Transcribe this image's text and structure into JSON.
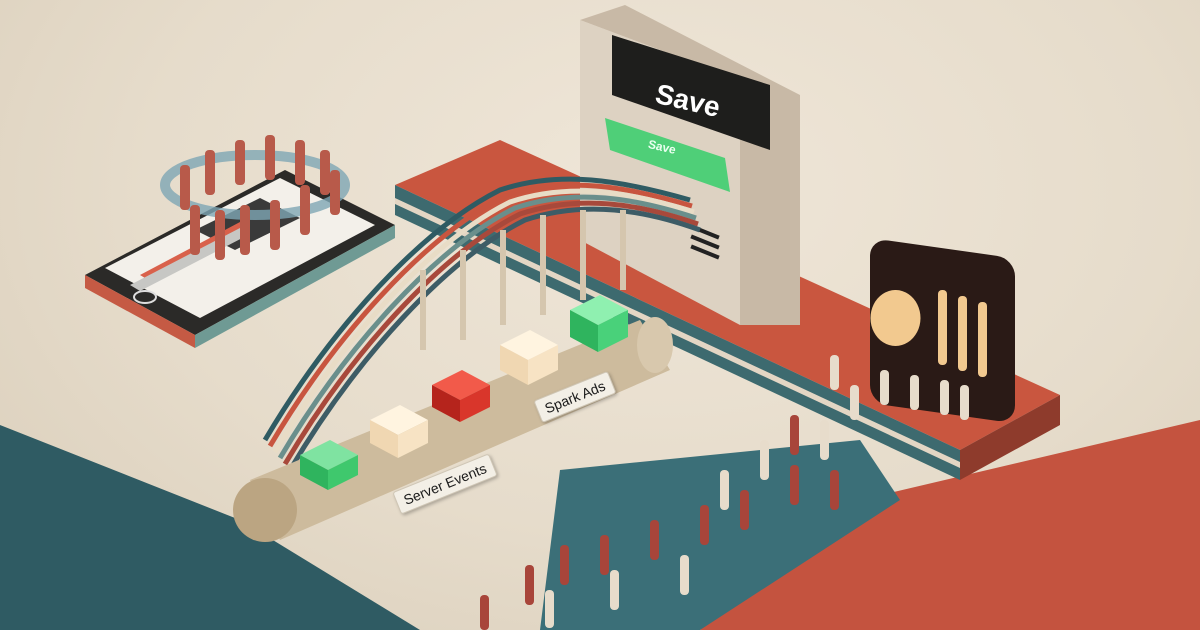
{
  "scene": {
    "kiosk": {
      "screen_label": "Save",
      "button_label": "Save",
      "button_color": "#4fcf78",
      "screen_color": "#1e1e1c"
    },
    "conveyor_tags": [
      {
        "label": "Server Events"
      },
      {
        "label": "Spark Ads"
      }
    ],
    "cubes": [
      {
        "color": "#49d17a",
        "state": "green"
      },
      {
        "color": "#f7e4c6",
        "state": "glowing"
      },
      {
        "color": "#d9362b",
        "state": "red"
      },
      {
        "color": "#f7e4c6",
        "state": "glowing"
      },
      {
        "color": "#49d17a",
        "state": "green"
      }
    ],
    "phone": {
      "description": "smartphone with paper people in a circle"
    },
    "logo_sign": {
      "icon": "tiktok-style-brand-icon",
      "color": "#2a1a16"
    },
    "colors": {
      "background": "#e6dccb",
      "terracotta": "#c8553f",
      "teal": "#2f5b63"
    }
  }
}
